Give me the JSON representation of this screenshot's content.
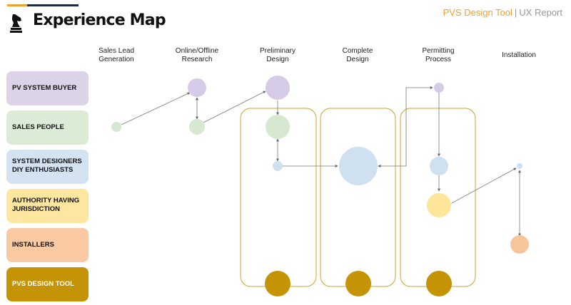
{
  "header": {
    "title": "Experience Map",
    "report_tool": "PVS Design Tool",
    "report_sep": "|",
    "report_type": "UX Report",
    "logo_icon": "chess-knight-icon"
  },
  "stages": [
    {
      "line1": "Sales Lead",
      "line2": "Generation"
    },
    {
      "line1": "Online/Offline",
      "line2": "Research"
    },
    {
      "line1": "Preliminary",
      "line2": "Design"
    },
    {
      "line1": "Complete",
      "line2": "Design"
    },
    {
      "line1": "Permitting",
      "line2": "Process"
    },
    {
      "line1": "Installation",
      "line2": ""
    }
  ],
  "roles": [
    {
      "line1": "PV SYSTEM BUYER",
      "line2": "",
      "color": "#dcd3e8",
      "dot": "#d5cbe6"
    },
    {
      "line1": "SALES PEOPLE",
      "line2": "",
      "color": "#dbebd5",
      "dot": "#d6e9d0"
    },
    {
      "line1": "SYSTEM DESIGNERS",
      "line2": "DIY ENTHUSIASTS",
      "color": "#d3e3f2",
      "dot": "#cfe0f1"
    },
    {
      "line1": "AUTHORITY HAVING",
      "line2": "JURISDICTION",
      "color": "#fde7a0",
      "dot": "#fde69a"
    },
    {
      "line1": "INSTALLERS",
      "line2": "",
      "color": "#f8c9a2",
      "dot": "#f6c59b"
    },
    {
      "line1": "PVS DESIGN TOOL",
      "line2": "",
      "color": "#c49306",
      "dot": "#c49306",
      "text_color": "#ffffff"
    }
  ]
}
